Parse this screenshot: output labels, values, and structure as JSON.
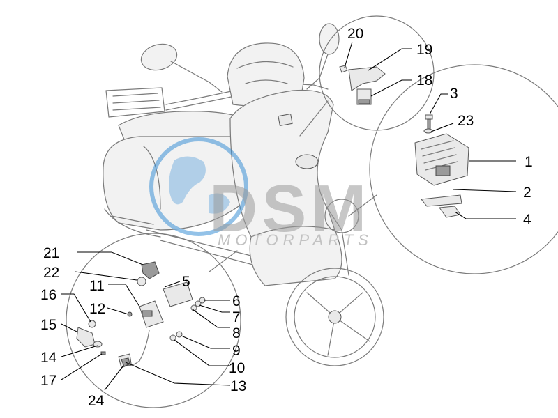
{
  "watermark": {
    "brand": "DSM",
    "subtitle": "MOTORPARTS",
    "globe_color": "#3a8fd6"
  },
  "callouts": [
    "1",
    "2",
    "3",
    "4",
    "5",
    "6",
    "7",
    "8",
    "9",
    "10",
    "11",
    "12",
    "13",
    "14",
    "15",
    "16",
    "17",
    "18",
    "19",
    "20",
    "21",
    "22",
    "23",
    "24"
  ]
}
